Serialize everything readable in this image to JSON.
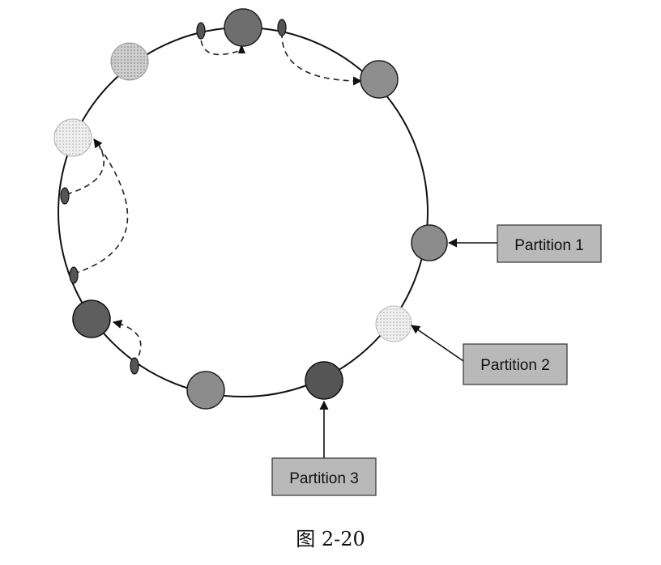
{
  "figure": {
    "caption": "图 2-20",
    "partition_labels": {
      "p1": "Partition 1",
      "p2": "Partition 2",
      "p3": "Partition 3"
    }
  },
  "colors": {
    "ring": "#111111",
    "dark_node": "#5a5a5a",
    "mid_node": "#8c8c8c",
    "light_node": "#c4c4c4",
    "pale_node": "#e6e6e6",
    "label_fill": "#b9b9b9"
  }
}
